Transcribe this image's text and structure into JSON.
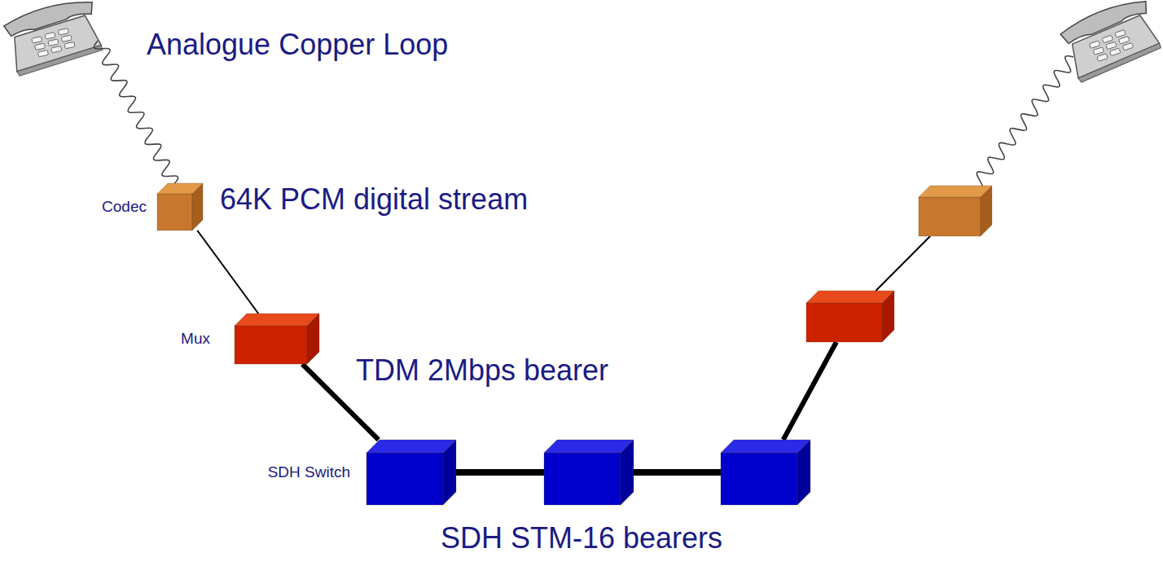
{
  "diagram": {
    "nodes": [
      {
        "text": [
          "Codec"
        ]
      },
      {
        "text": [
          "Mux"
        ]
      },
      {
        "text": [
          "SDH Switch"
        ]
      },
      {
        "text": []
      },
      {
        "text": []
      },
      {
        "text": []
      },
      {
        "text": []
      }
    ],
    "edges": [
      {
        "from": 0,
        "to": 1,
        "arrow": "none",
        "label": "64K PCM digital stream"
      },
      {
        "from": 1,
        "to": 2,
        "arrow": "none",
        "label": "TDM 2Mbps bearer"
      },
      {
        "from": 2,
        "to": 3,
        "arrow": "none"
      },
      {
        "from": 3,
        "to": 4,
        "arrow": "none"
      },
      {
        "from": 4,
        "to": 5,
        "arrow": "none"
      },
      {
        "from": 5,
        "to": 6,
        "arrow": "none"
      }
    ],
    "labels": [
      "Analogue Copper Loop",
      "SDH STM-16 bearers"
    ]
  }
}
